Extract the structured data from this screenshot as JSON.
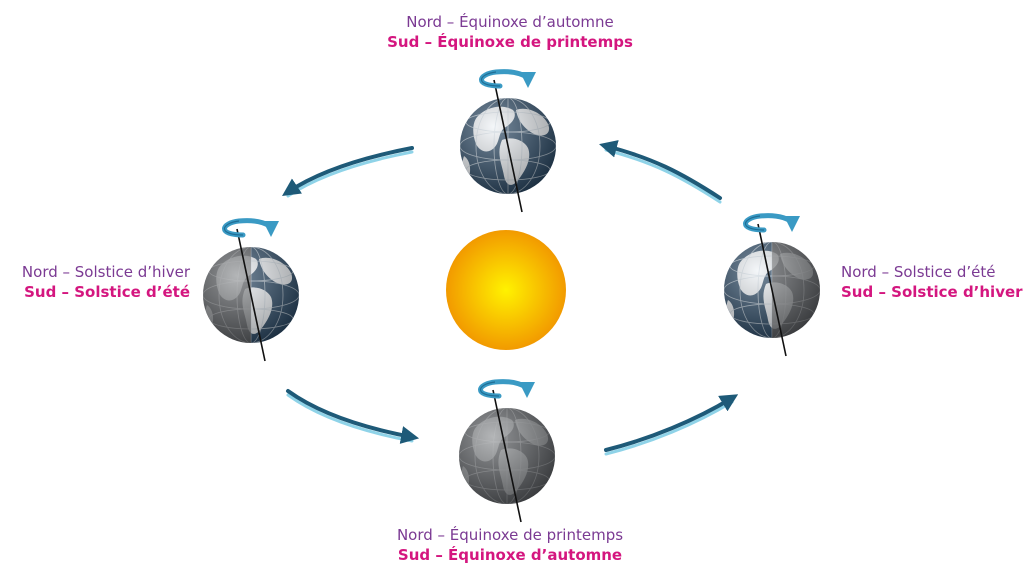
{
  "colors": {
    "north_text": "#7b3a93",
    "south_text": "#d4167f",
    "orbit_arrow": "#1e5a78",
    "orbit_arrow_highlight": "#8fd3e8",
    "rotation_arrow": "#3a9ac4",
    "sun_core": "#fff200",
    "sun_edge": "#f29a00",
    "globe_ocean_lit": "#eef2f6",
    "globe_land_lit": "#c9d4de",
    "globe_grid_lit": "#2c4a66",
    "globe_ocean_dark": "#5a5d61",
    "globe_land_dark": "#8a8d90",
    "globe_axis": "#111111"
  },
  "icons": {
    "sun": "sun-icon",
    "earth": "earth-globe-icon",
    "rotation": "rotation-arrow-icon",
    "orbit": "orbit-arrow-icon"
  },
  "labels": {
    "top": {
      "north": "Nord – Équinoxe d’automne",
      "south": "Sud – Équinoxe de printemps"
    },
    "left": {
      "north": "Nord – Solstice d’hiver",
      "south": "Sud – Solstice d’été"
    },
    "right": {
      "north": "Nord – Solstice d’été",
      "south": "Sud – Solstice d’hiver"
    },
    "bottom": {
      "north": "Nord – Équinoxe de printemps",
      "south": "Sud – Équinoxe d’automne"
    }
  }
}
